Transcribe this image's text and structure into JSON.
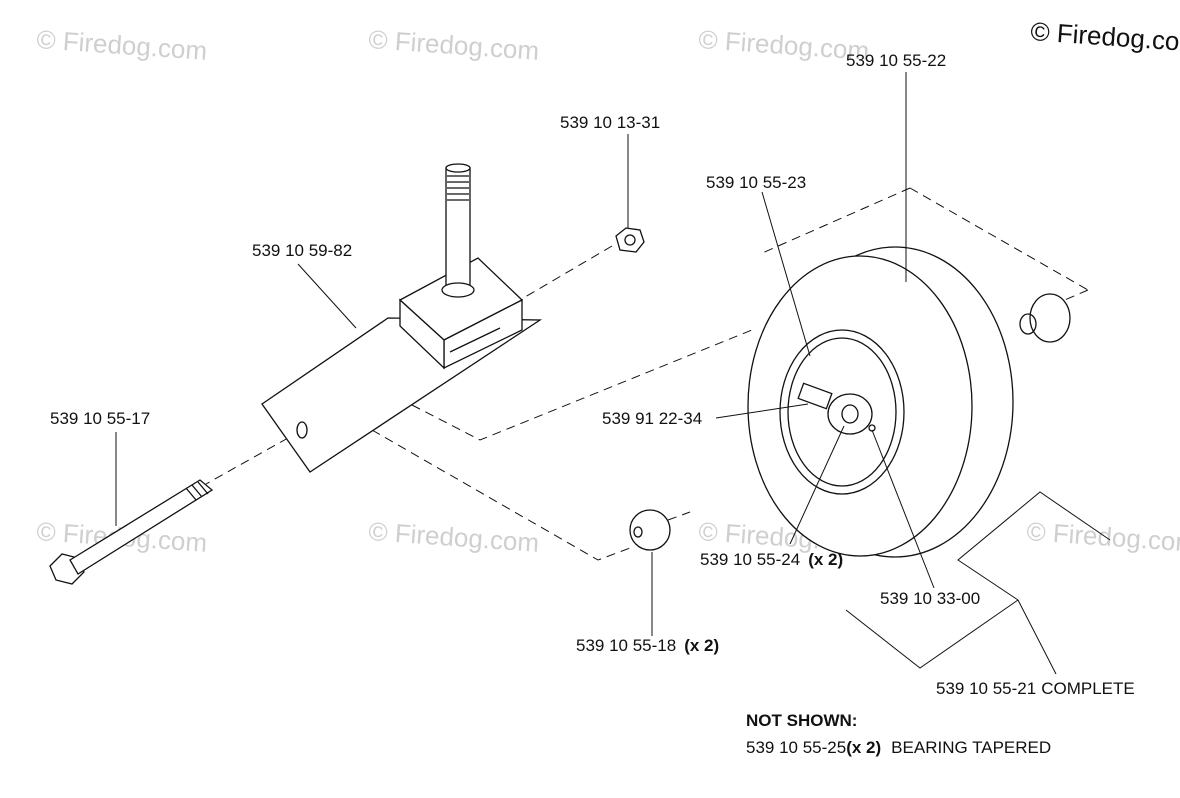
{
  "watermark": {
    "text": "© Firedog.com",
    "corner_text": "© Firedog.co"
  },
  "parts": {
    "tire": {
      "number": "539 10 55-22"
    },
    "nut": {
      "number": "539 10 13-31"
    },
    "rim": {
      "number": "539 10 55-23"
    },
    "bracket": {
      "number": "539 10 59-82"
    },
    "bolt": {
      "number": "539 10 55-17"
    },
    "axle_pin": {
      "number": "539 91 22-34"
    },
    "bearing_cup": {
      "number": "539 10 55-24",
      "qty": "(x 2)"
    },
    "spacer": {
      "number": "539 10 55-18",
      "qty": "(x 2)"
    },
    "grease_fitting": {
      "number": "539 10 33-00"
    },
    "wheel_assembly": {
      "number": "539 10 55-21",
      "suffix": "COMPLETE"
    }
  },
  "not_shown": {
    "heading": "NOT SHOWN:",
    "items": [
      {
        "number": "539 10 55-25",
        "qty": "(x 2)",
        "description": "BEARING TAPERED"
      }
    ]
  }
}
